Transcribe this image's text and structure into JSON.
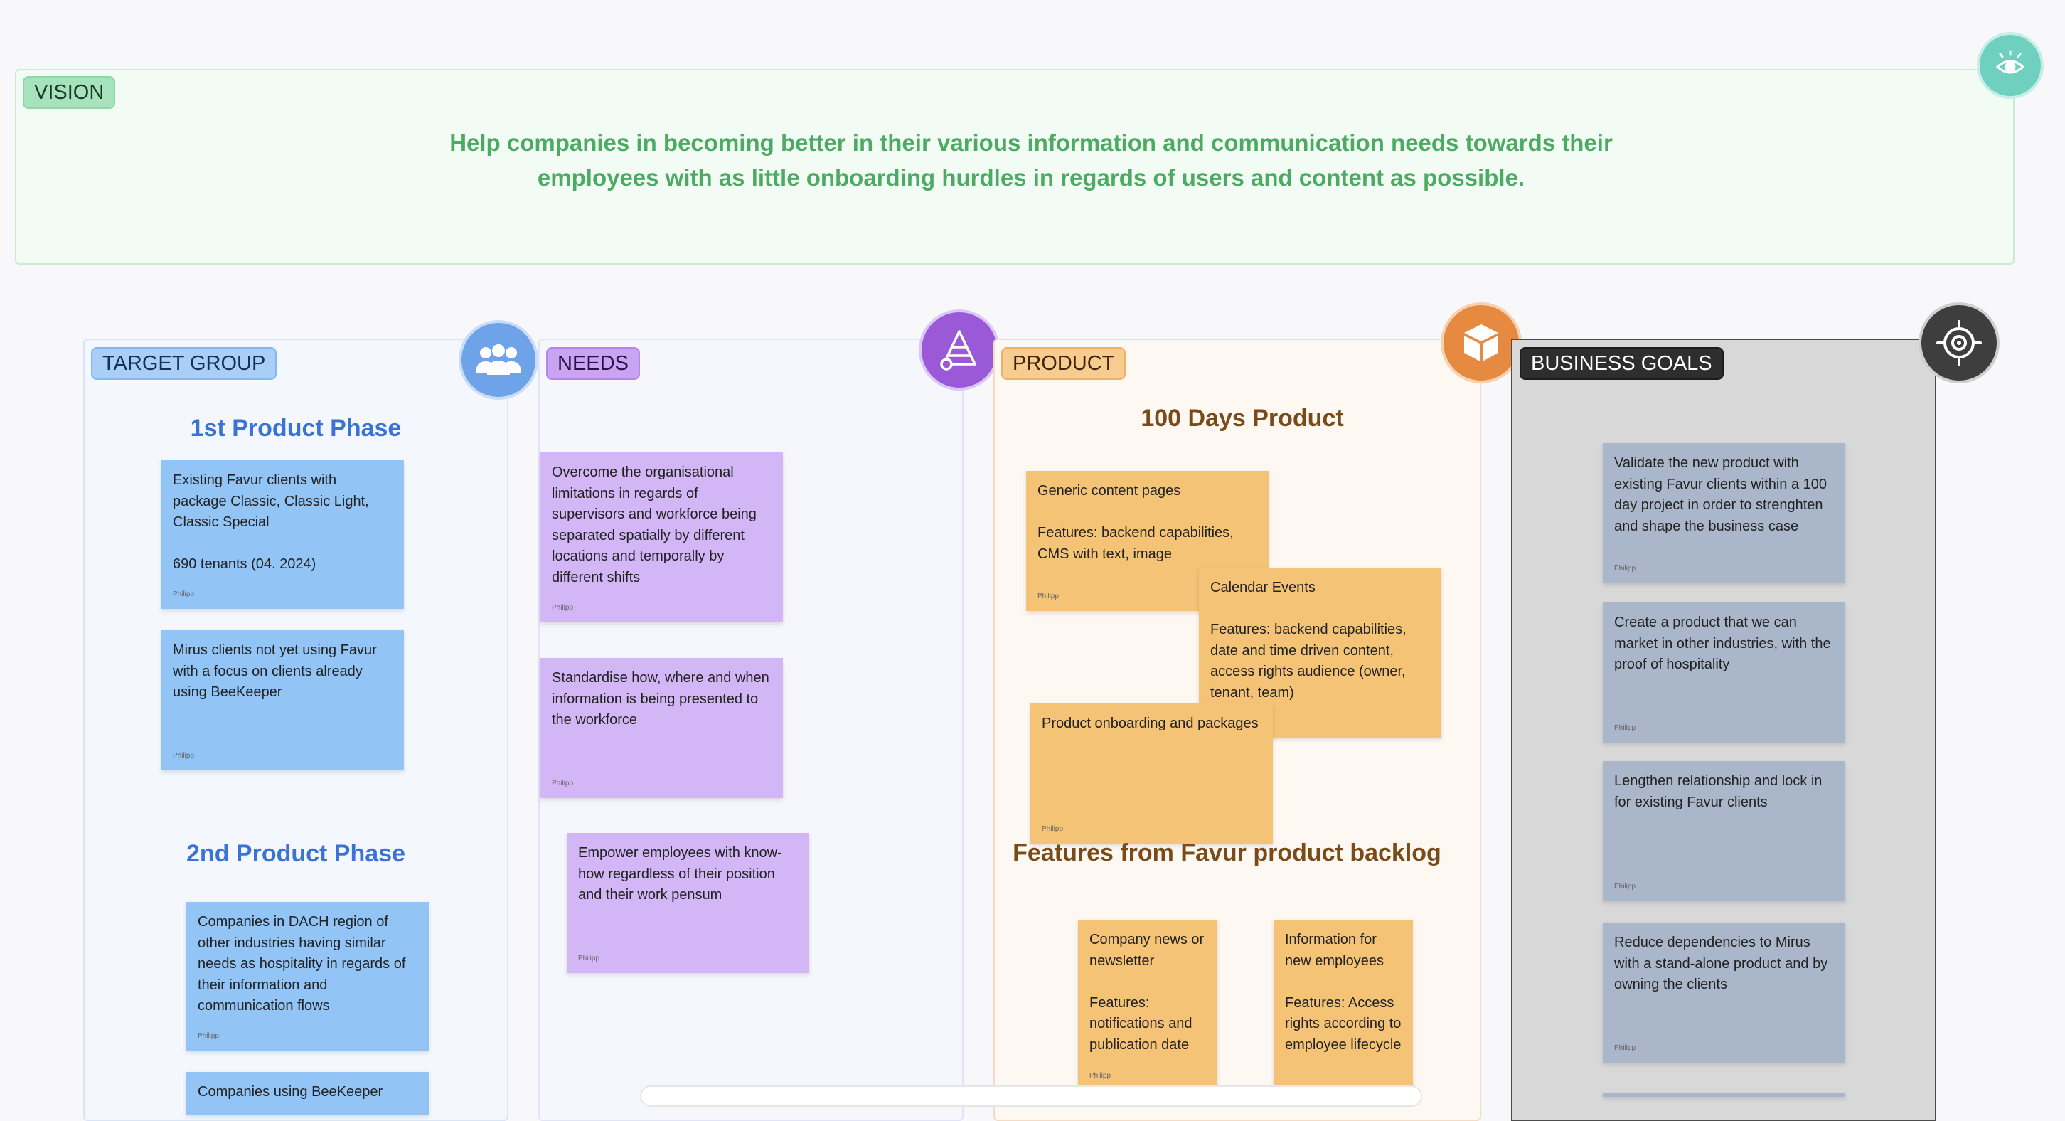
{
  "vision": {
    "tag": "VISION",
    "text_line1": "Help companies in becoming better in their various information  and communication needs towards their",
    "text_line2": "employees with as little onboarding hurdles in regards of users and content as possible.",
    "icon": "eye-icon"
  },
  "target_group": {
    "tag": "TARGET GROUP",
    "icon": "people-group-icon",
    "phase1_title": "1st Product Phase",
    "phase2_title": "2nd Product Phase",
    "notes": [
      {
        "text": "Existing Favur clients with package Classic, Classic Light, Classic Special\n\n690 tenants (04. 2024)",
        "author": "Philipp"
      },
      {
        "text": "Mirus clients not yet using Favur with a focus on clients already using BeeKeeper",
        "author": "Philipp"
      },
      {
        "text": "Companies in DACH region of other industries having similar needs as  hospitality in regards of their information and communication flows",
        "author": "Philipp"
      },
      {
        "text": "Companies using BeeKeeper",
        "author": ""
      }
    ]
  },
  "needs": {
    "tag": "NEEDS",
    "icon": "pyramid-icon",
    "notes": [
      {
        "text": "Overcome the organisational limitations in regards of supervisors and workforce being separated spatially by different locations and temporally by different shifts",
        "author": "Philipp"
      },
      {
        "text": "Standardise how, where and when information is being presented to the workforce",
        "author": "Philipp"
      },
      {
        "text": "Empower employees with know-how regardless of their position and their work pensum",
        "author": "Philipp"
      }
    ]
  },
  "product": {
    "tag": "PRODUCT",
    "icon": "box-icon",
    "title1": "100 Days Product",
    "title2": "Features from Favur product backlog",
    "notes": [
      {
        "text": "Generic content pages\n\nFeatures: backend capabilities, CMS with text, image",
        "author": "Philipp"
      },
      {
        "text": "Calendar Events\n\nFeatures: backend capabilities, date and time driven content, access rights audience (owner, tenant, team)",
        "author": ""
      },
      {
        "text": "Product onboarding and packages",
        "author": "Philipp"
      },
      {
        "text": "Company news or newsletter\n\nFeatures: notifications and publication date",
        "author": "Philipp"
      },
      {
        "text": "Information for new employees\n\nFeatures: Access rights according to employee lifecycle",
        "author": ""
      }
    ]
  },
  "business_goals": {
    "tag": "BUSINESS GOALS",
    "icon": "target-icon",
    "notes": [
      {
        "text": "Validate the new product with existing Favur clients within a 100 day project in order to strenghten and shape the business case",
        "author": "Philipp"
      },
      {
        "text": "Create a product that we can market in other industries, with the proof of hospitality",
        "author": "Philipp"
      },
      {
        "text": "Lengthen relationship and lock in for existing Favur clients",
        "author": "Philipp"
      },
      {
        "text": "Reduce dependencies to Mirus with a stand-alone product and by owning the clients",
        "author": "Philipp"
      }
    ]
  },
  "colors": {
    "vision_text": "#4cab62",
    "target_blue": "#92c4f6",
    "needs_purple": "#d3b6f6",
    "product_orange": "#f4c376",
    "goals_grey": "#aab6ca"
  }
}
